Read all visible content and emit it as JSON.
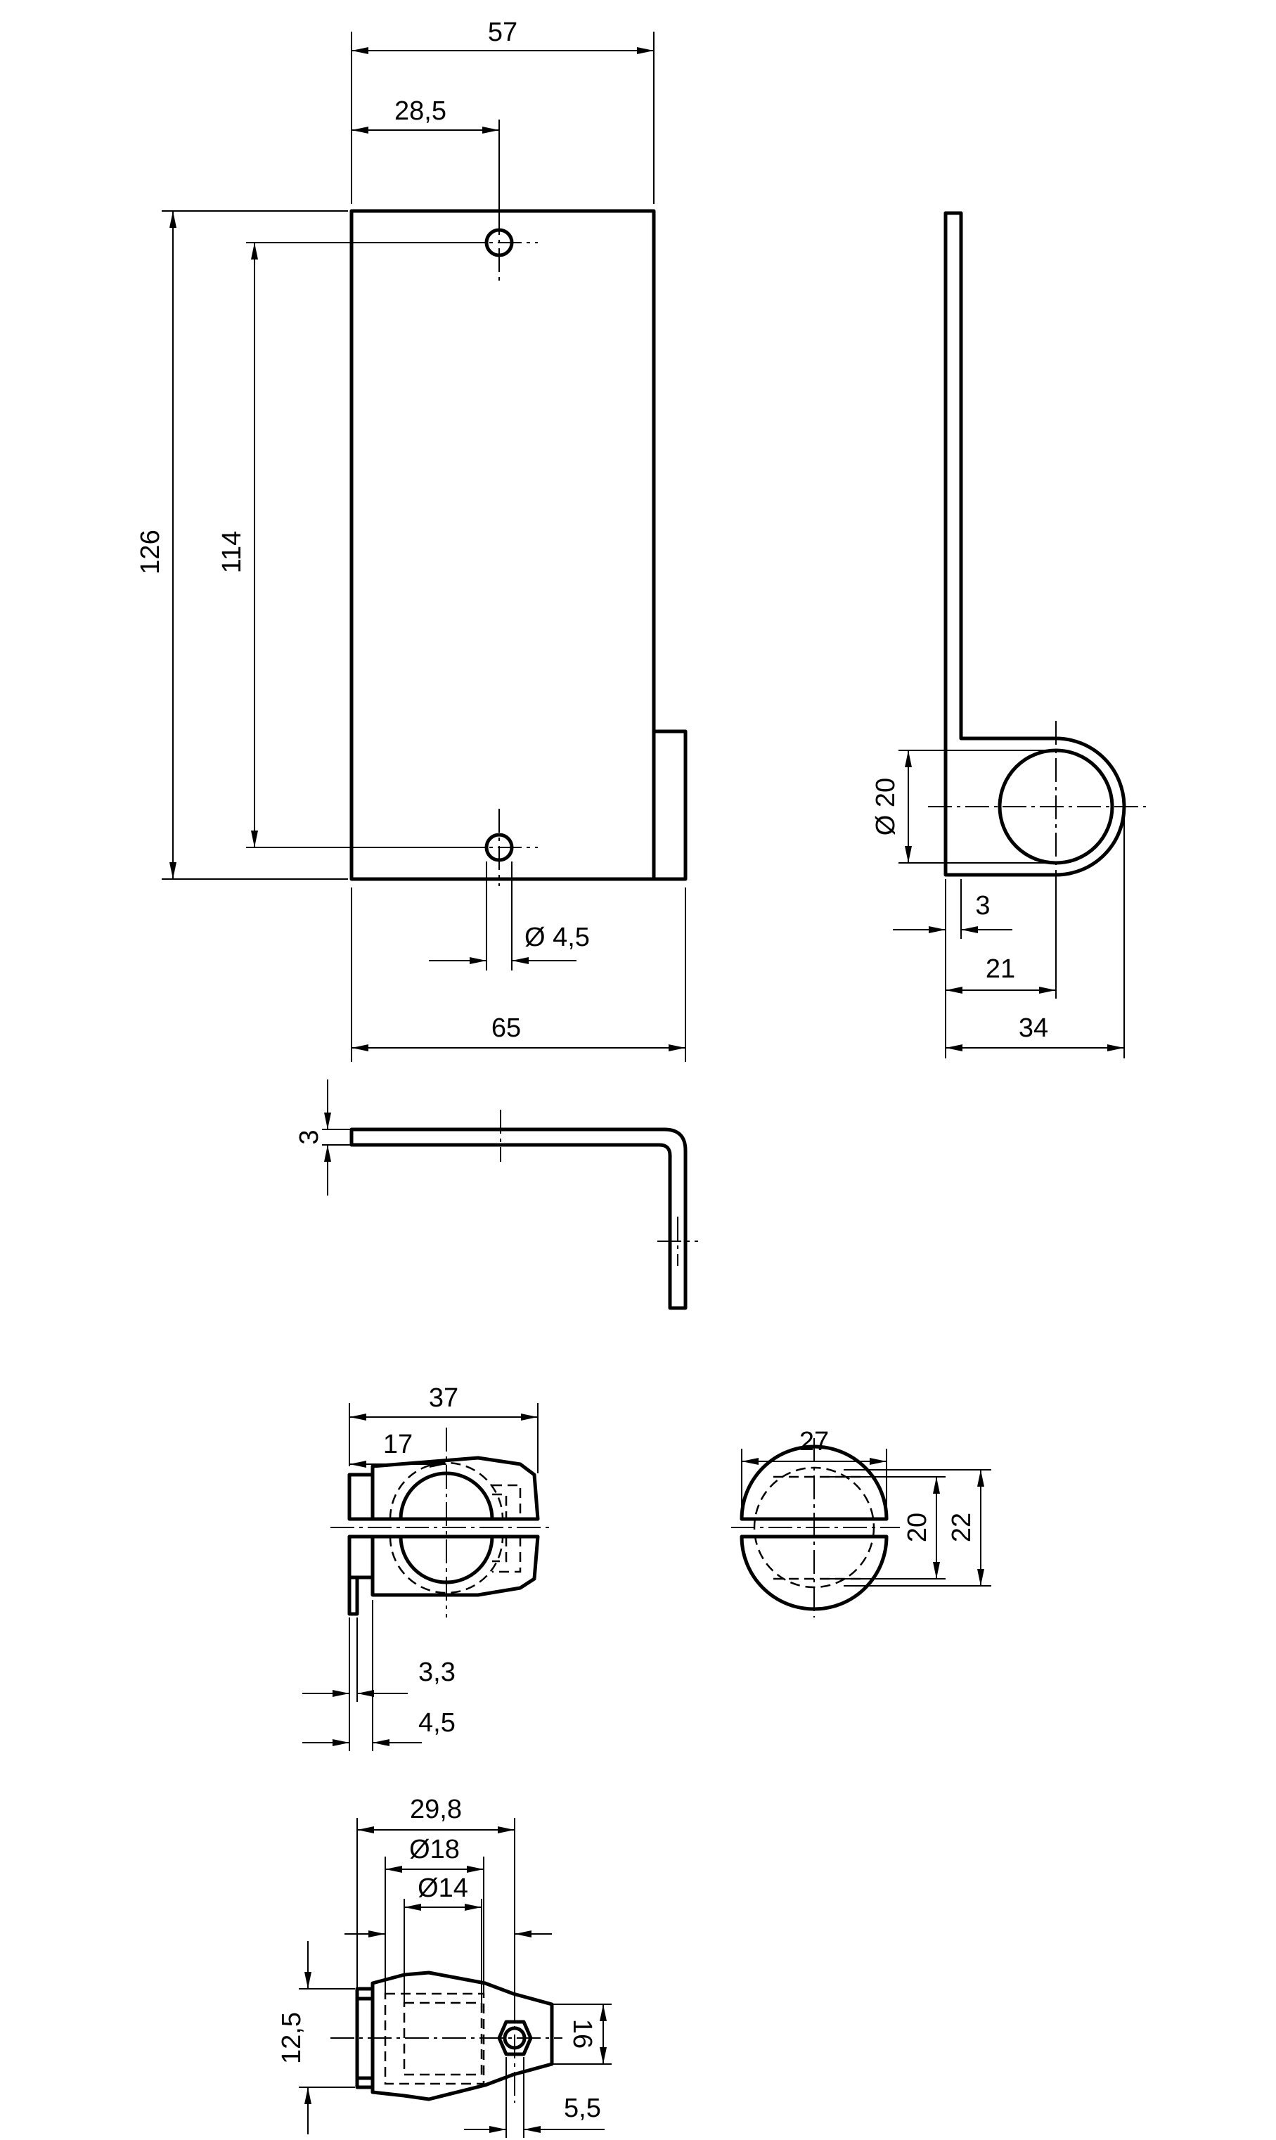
{
  "dimensions": {
    "top_width": "57",
    "hole_offset": "28,5",
    "total_height": "126",
    "hole_spacing": "114",
    "hole_diameter": "Ø 4,5",
    "bottom_width": "65",
    "bore_diameter": "Ø 20",
    "sheet_thickness_side": "3",
    "bore_center_offset": "21",
    "side_depth": "34",
    "sheet_thickness_top": "3",
    "clamp_length": "37",
    "clamp_center": "17",
    "clamp_step_a": "3,3",
    "clamp_step_b": "4,5",
    "clamp_width": "27",
    "clamp_bore": "20",
    "clamp_height": "22",
    "lower_length": "29,8",
    "lower_d18": "Ø18",
    "lower_d14": "Ø14",
    "lower_height": "12,5",
    "lower_right_height": "16",
    "lower_nut": "5,5"
  }
}
